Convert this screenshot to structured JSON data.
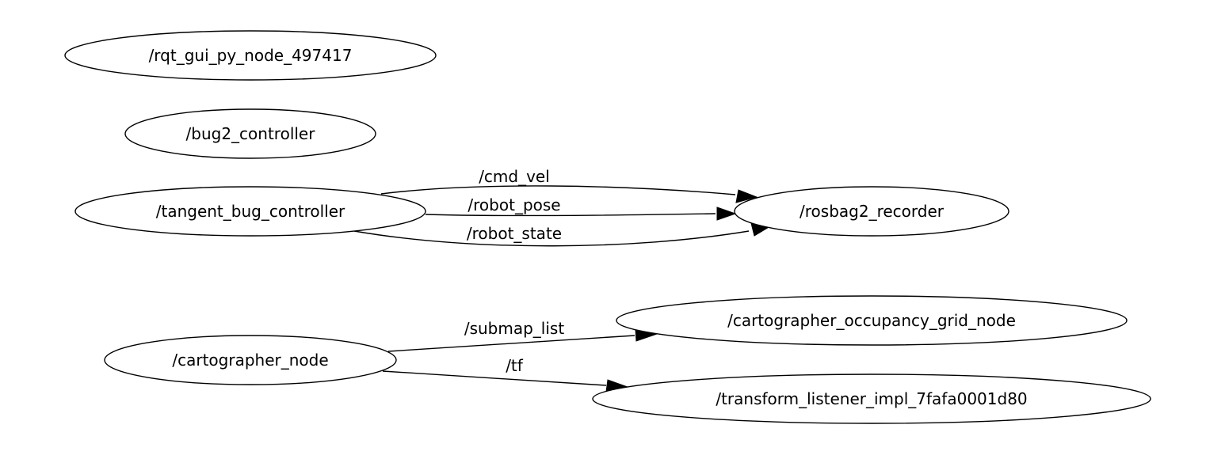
{
  "nodes": [
    {
      "id": "n0",
      "label": "/rqt_gui_py_node_497417"
    },
    {
      "id": "n1",
      "label": "/bug2_controller"
    },
    {
      "id": "n2",
      "label": "/tangent_bug_controller"
    },
    {
      "id": "n3",
      "label": "/rosbag2_recorder"
    },
    {
      "id": "n4",
      "label": "/cartographer_node"
    },
    {
      "id": "n5",
      "label": "/cartographer_occupancy_grid_node"
    },
    {
      "id": "n6",
      "label": "/transform_listener_impl_7fafa0001d80"
    }
  ],
  "edges": [
    {
      "id": "e0",
      "from": "n2",
      "to": "n3",
      "label": "/cmd_vel"
    },
    {
      "id": "e1",
      "from": "n2",
      "to": "n3",
      "label": "/robot_pose"
    },
    {
      "id": "e2",
      "from": "n2",
      "to": "n3",
      "label": "/robot_state"
    },
    {
      "id": "e3",
      "from": "n4",
      "to": "n5",
      "label": "/submap_list"
    },
    {
      "id": "e4",
      "from": "n4",
      "to": "n6",
      "label": "/tf"
    }
  ]
}
